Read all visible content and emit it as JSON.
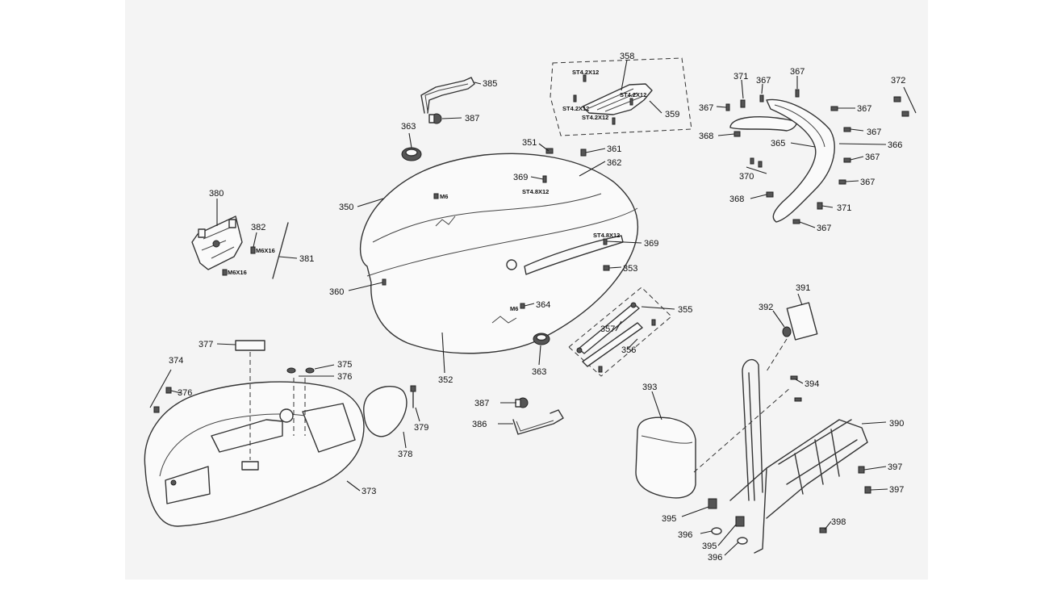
{
  "callouts": [
    "350",
    "351",
    "352",
    "353",
    "355",
    "356",
    "357",
    "358",
    "359",
    "360",
    "361",
    "362",
    "363",
    "364",
    "365",
    "366",
    "367",
    "368",
    "369",
    "370",
    "371",
    "372",
    "373",
    "374",
    "375",
    "376",
    "377",
    "378",
    "379",
    "380",
    "381",
    "382",
    "385",
    "386",
    "387",
    "390",
    "391",
    "392",
    "393",
    "394",
    "395",
    "396",
    "397",
    "398"
  ],
  "fastener_specs": {
    "st42x12": "ST4.2X12",
    "st48x12": "ST4.8X12",
    "m6": "M6",
    "m6x16": "M6X16"
  }
}
